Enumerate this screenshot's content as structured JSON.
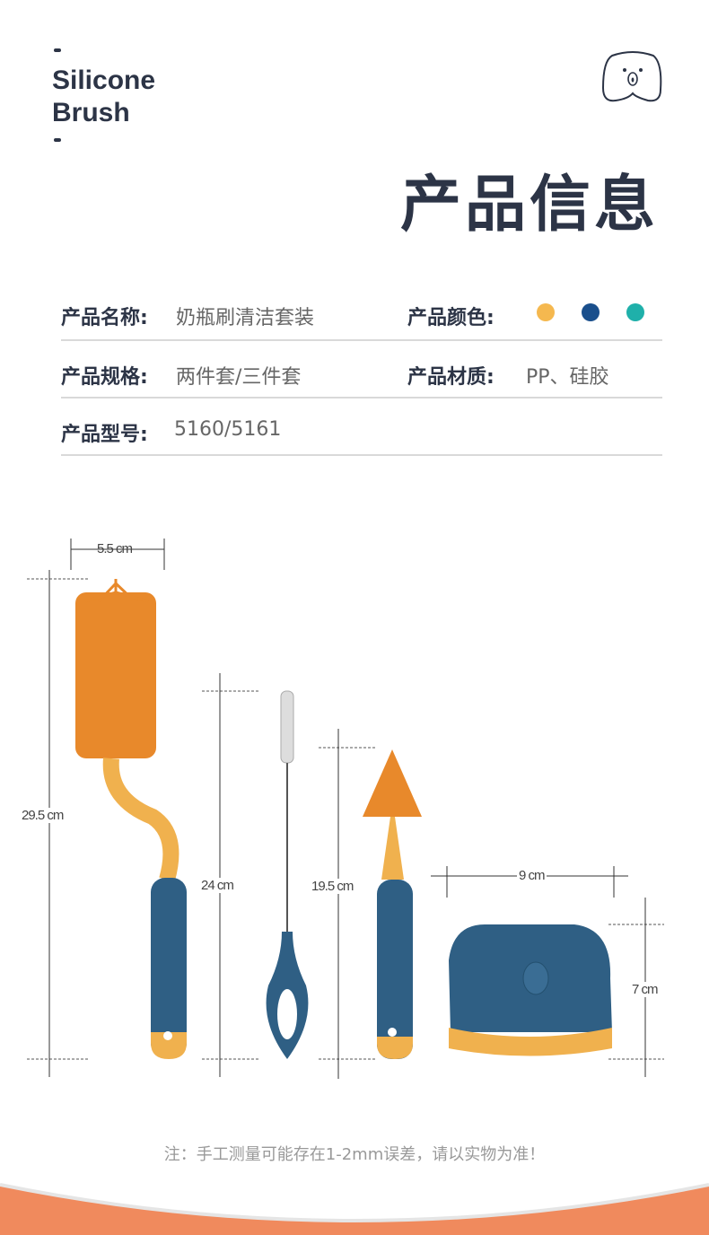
{
  "brand": {
    "line1": "Silicone",
    "line2": "Brush"
  },
  "title": "产品信息",
  "info": {
    "name_label": "产品名称:",
    "name_value": "奶瓶刷清洁套装",
    "color_label": "产品颜色:",
    "colors": [
      "#f5b84f",
      "#1a4f8c",
      "#1fb0aa"
    ],
    "spec_label": "产品规格:",
    "spec_value": "两件套/三件套",
    "material_label": "产品材质:",
    "material_value": "PP、硅胶",
    "model_label": "产品型号:",
    "model_value": "5160/5161"
  },
  "dimensions": {
    "big_width": "5.5 cm",
    "big_height": "29.5 cm",
    "straw_height": "24 cm",
    "nipple_height": "19.5 cm",
    "holder_width": "9 cm",
    "holder_height": "7 cm"
  },
  "note": "注：手工测量可能存在1-2mm误差，请以实物为准！",
  "product_colors": {
    "bristle": "#e8892b",
    "handle": "#2f5f84",
    "accent": "#f0b14e",
    "footer": "#f08a5d"
  }
}
